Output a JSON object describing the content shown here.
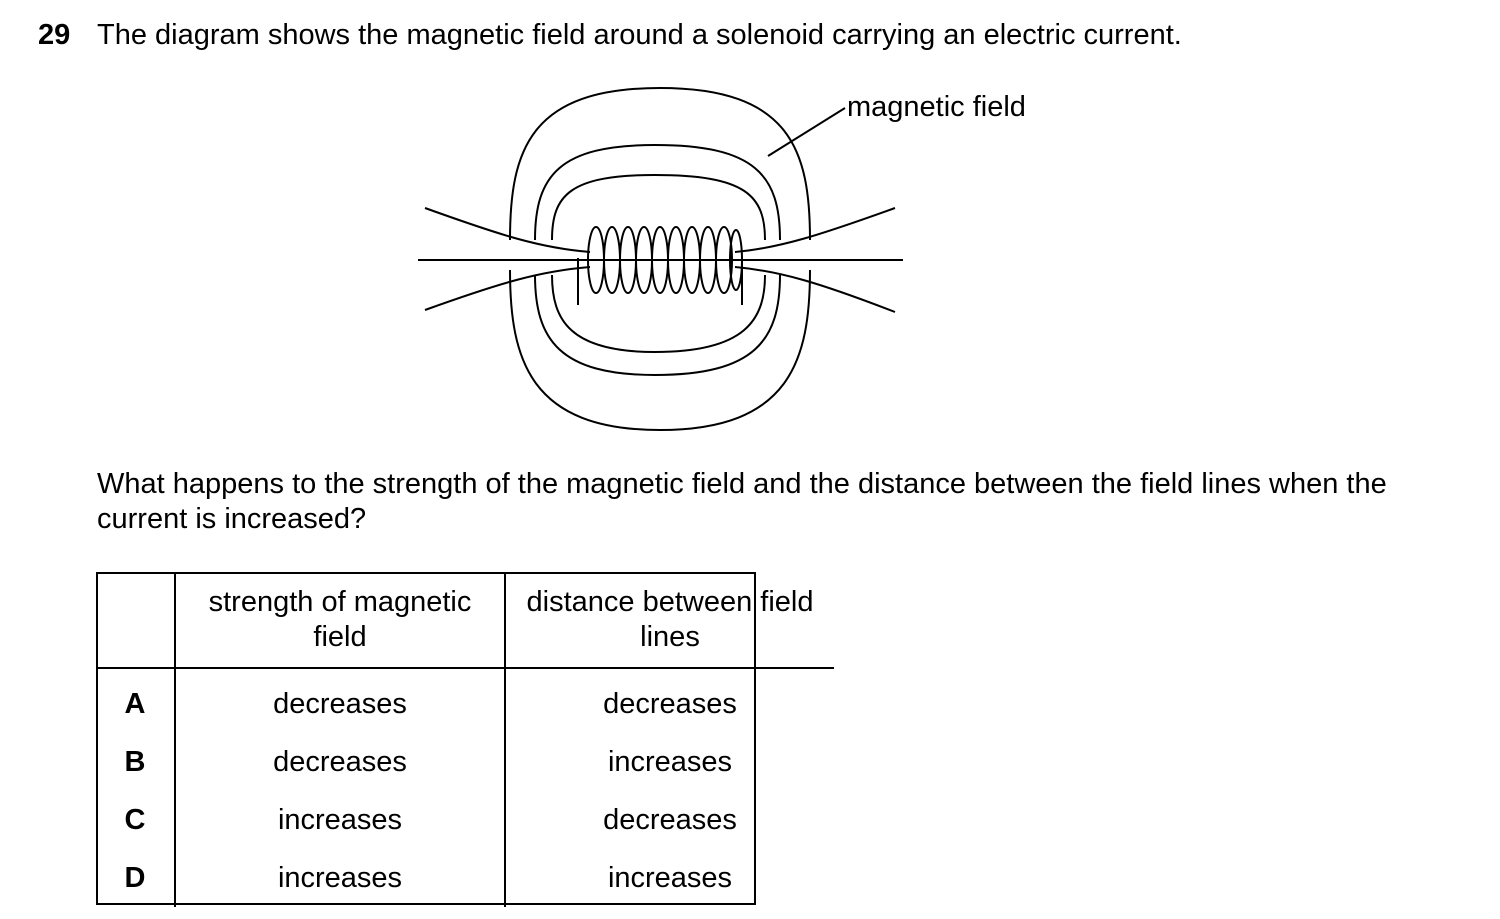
{
  "question": {
    "number": "29",
    "stem": "The diagram shows the magnetic field around a solenoid carrying an electric current.",
    "prompt": "What happens to the strength of the magnetic field and the distance between the field lines when the current is increased?"
  },
  "diagram": {
    "label": "magnetic field"
  },
  "options_table": {
    "headers": {
      "key": "",
      "col1": "strength of magnetic field",
      "col2": "distance between field lines"
    },
    "rows": [
      {
        "key": "A",
        "col1": "decreases",
        "col2": "decreases"
      },
      {
        "key": "B",
        "col1": "decreases",
        "col2": "increases"
      },
      {
        "key": "C",
        "col1": "increases",
        "col2": "decreases"
      },
      {
        "key": "D",
        "col1": "increases",
        "col2": "increases"
      }
    ]
  }
}
